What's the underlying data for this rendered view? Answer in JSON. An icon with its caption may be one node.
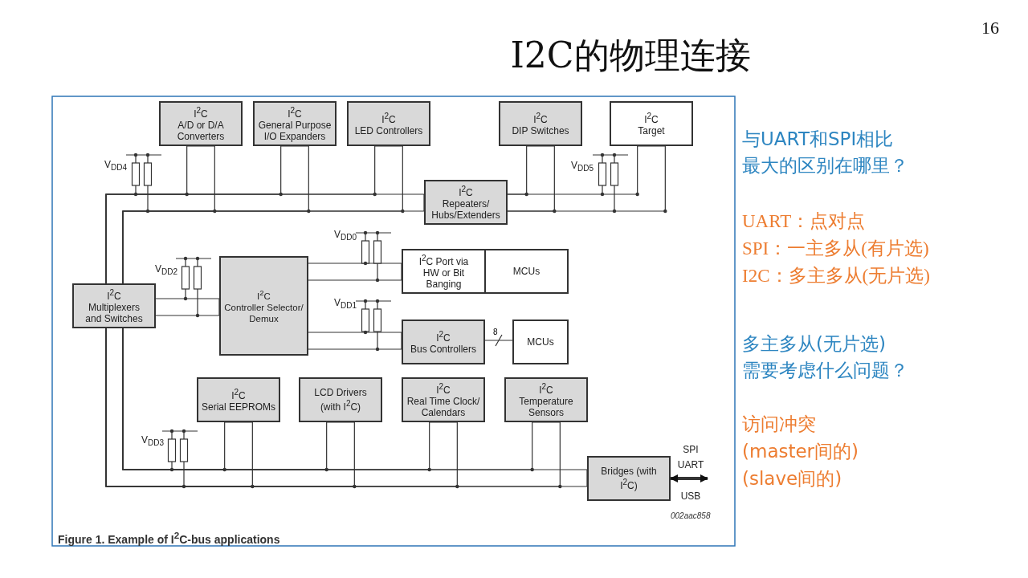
{
  "diagram": {
    "title": "I2C的物理连接",
    "caption": "Figure 1.  Example of I$^{2}$C-bus applications",
    "nodes": [
      {
        "text": [
          "I$^{2}$C",
          "A/D or D/A Converters"
        ]
      },
      {
        "text": [
          "I$^{2}$C",
          "General Purpose I/O Expanders"
        ]
      },
      {
        "text": [
          "I$^{2}$C",
          "LED Controllers"
        ]
      },
      {
        "text": [
          "I$^{2}$C",
          "DIP Switches"
        ]
      },
      {
        "text": [
          "I$^{2}$C",
          "Target"
        ]
      },
      {
        "text": [
          "I$^{2}$C",
          "Repeaters/ Hubs/Extenders"
        ]
      },
      {
        "text": [
          "I$^{2}$C Port via HW or Bit Banging"
        ]
      },
      {
        "text": [
          "MCUs"
        ]
      },
      {
        "text": [
          "I$^{2}$C",
          "Multiplexers and Switches"
        ]
      },
      {
        "text": [
          "I$^{2}$C",
          "Controller Selector/ Demux"
        ]
      },
      {
        "text": [
          "I$^{2}$C",
          "Bus Controllers"
        ]
      },
      {
        "text": [
          "MCUs"
        ]
      },
      {
        "text": [
          "I$^{2}$C",
          "Serial EEPROMs"
        ]
      },
      {
        "text": [
          "LCD Drivers (with I$^{2}$C)"
        ]
      },
      {
        "text": [
          "I$^{2}$C",
          "Real Time Clock/ Calendars"
        ]
      },
      {
        "text": [
          "I$^{2}$C",
          "Temperature Sensors"
        ]
      },
      {
        "text": [
          "Bridges (with I$^{2}$C)"
        ]
      },
      {
        "text": [
          "SPI",
          "UART",
          "USB"
        ]
      }
    ],
    "edges": [
      {
        "from": 8,
        "to": 0,
        "arrow": "none"
      },
      {
        "from": 8,
        "to": 1,
        "arrow": "none"
      },
      {
        "from": 8,
        "to": 2,
        "arrow": "none"
      },
      {
        "from": 8,
        "to": 5,
        "arrow": "none"
      },
      {
        "from": 5,
        "to": 3,
        "arrow": "none"
      },
      {
        "from": 5,
        "to": 4,
        "arrow": "none"
      },
      {
        "from": 8,
        "to": 12,
        "arrow": "none"
      },
      {
        "from": 8,
        "to": 13,
        "arrow": "none"
      },
      {
        "from": 8,
        "to": 14,
        "arrow": "none"
      },
      {
        "from": 8,
        "to": 15,
        "arrow": "none"
      },
      {
        "from": 8,
        "to": 16,
        "arrow": "none"
      },
      {
        "from": 8,
        "to": 9,
        "arrow": "none"
      },
      {
        "from": 9,
        "to": 6,
        "arrow": "none"
      },
      {
        "from": 9,
        "to": 10,
        "arrow": "none"
      },
      {
        "from": 10,
        "to": 11,
        "arrow": "none",
        "label": "8"
      },
      {
        "from": 16,
        "to": 17,
        "arrow": "both",
        "style": "thick"
      }
    ],
    "labels": [
      "16",
      "V$_{DD4}$",
      "V$_{DD5}$",
      "V$_{DD0}$",
      "V$_{DD2}$",
      "V$_{DD1}$",
      "V$_{DD3}$",
      "002aac858",
      "与UART和SPI相比",
      "最大的区别在哪里？",
      "UART：点对点",
      "SPI：一主多从(有片选)",
      "I2C：多主多从(无片选)",
      "多主多从(无片选)",
      "需要考虑什么问题？",
      "访问冲突",
      "(master间的)",
      "(slave间的)"
    ]
  }
}
